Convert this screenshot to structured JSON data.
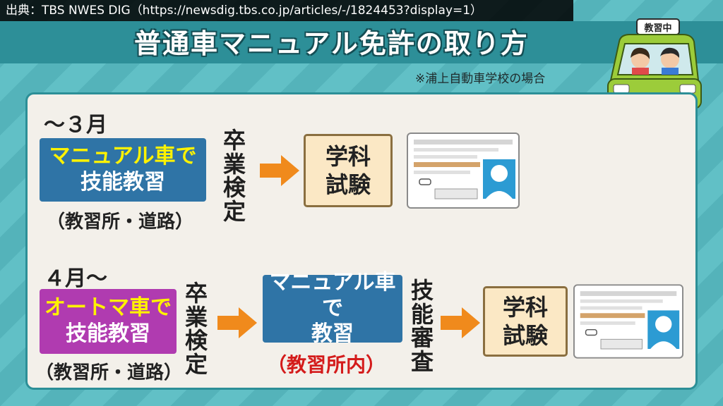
{
  "source": "出典：TBS NWES DIG（https://newsdig.tbs.co.jp/articles/-/1824453?display=1）",
  "title": "普通車マニュアル免許の取り方",
  "note": "※浦上自動車学校の場合",
  "car_sign": "教習中",
  "row1": {
    "period": "〜３月",
    "box_line1": "マニュアル車で",
    "box_line2": "技能教習",
    "location": "（教習所・道路）",
    "step": "卒業検定",
    "test_line1": "学科",
    "test_line2": "試験"
  },
  "row2": {
    "period": "４月〜",
    "box_line1": "オートマ車で",
    "box_line2": "技能教習",
    "location": "（教習所・道路）",
    "step": "卒業検定",
    "box2_line1": "マニュアル車で",
    "box2_line2": "教習",
    "box2_location": "（教習所内）",
    "step2": "技能審査",
    "test_line1": "学科",
    "test_line2": "試験"
  },
  "colors": {
    "blue_box": "#2f74a6",
    "purple_box": "#b03bb0",
    "yellow_text": "#fff200",
    "arrow": "#f08a1c",
    "red_text": "#d41b1b"
  }
}
